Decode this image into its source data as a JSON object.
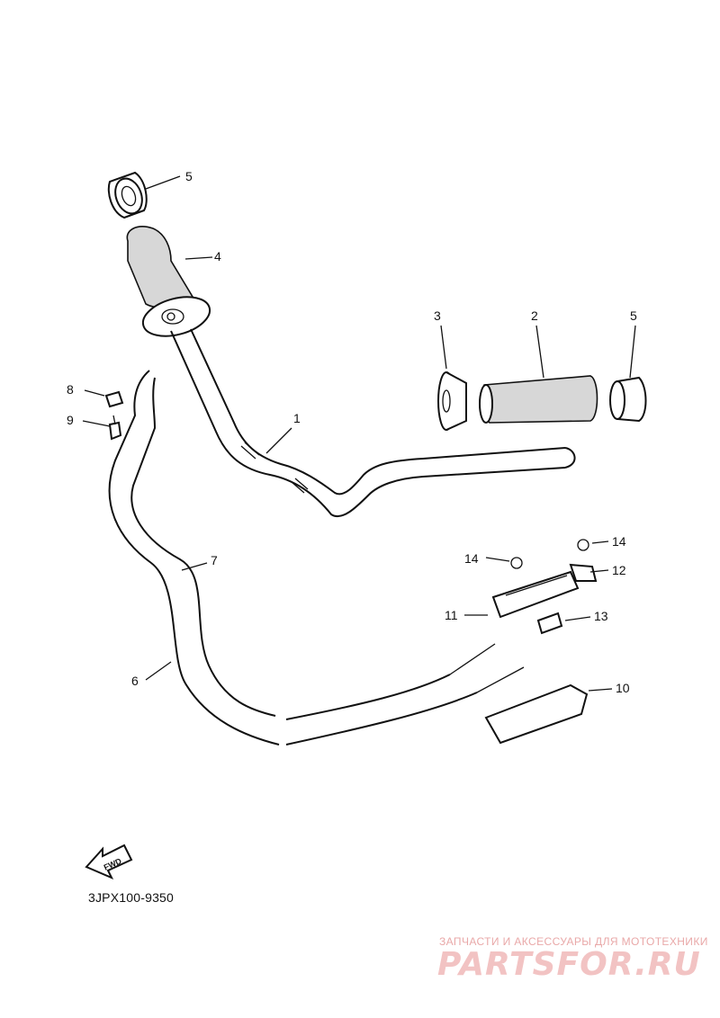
{
  "diagram": {
    "callouts": {
      "c1": "1",
      "c2": "2",
      "c3": "3",
      "c4": "4",
      "c5a": "5",
      "c5b": "5",
      "c6": "6",
      "c7": "7",
      "c8": "8",
      "c9": "9",
      "c10": "10",
      "c11": "11",
      "c12": "12",
      "c13": "13",
      "c14a": "14",
      "c14b": "14"
    },
    "fwd_label": "FWD",
    "code": "3JPX100-9350"
  },
  "watermark": {
    "tagline": "ЗАПЧАСТИ И АКСЕССУАРЫ ДЛЯ МОТОТЕХНИКИ",
    "logo": "PARTSFOR.RU"
  }
}
